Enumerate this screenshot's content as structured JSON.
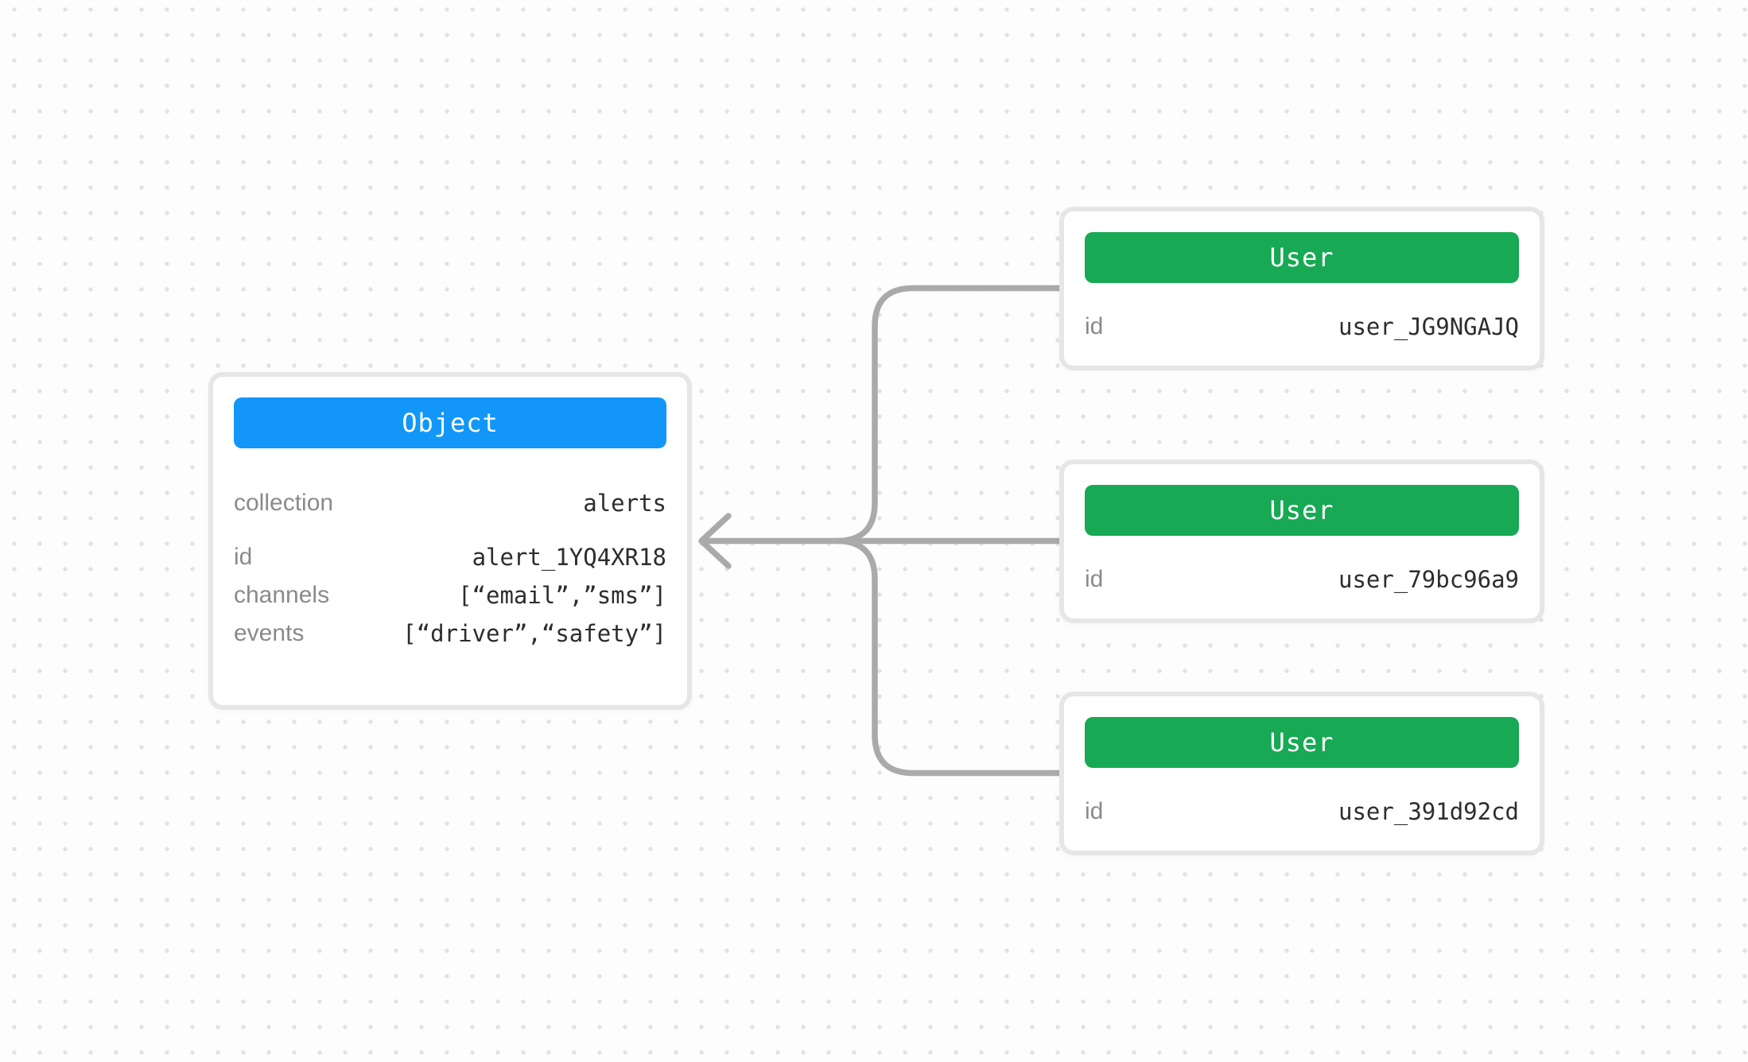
{
  "diagram": {
    "type": "entity-relationship",
    "background": "dot-grid"
  },
  "object_card": {
    "title": "Object",
    "rows": [
      {
        "label": "collection",
        "value": "alerts"
      },
      {
        "label": "id",
        "value": "alert_1YQ4XR18"
      },
      {
        "label": "channels",
        "value": "[“email”,”sms”]"
      },
      {
        "label": "events",
        "value": "[“driver”,“safety”]"
      }
    ]
  },
  "user_cards": [
    {
      "title": "User",
      "rows": [
        {
          "label": "id",
          "value": "user_JG9NGAJQ"
        }
      ]
    },
    {
      "title": "User",
      "rows": [
        {
          "label": "id",
          "value": "user_79bc96a9"
        }
      ]
    },
    {
      "title": "User",
      "rows": [
        {
          "label": "id",
          "value": "user_391d92cd"
        }
      ]
    }
  ],
  "edges": {
    "count": 3,
    "direction": "users-to-object",
    "arrowhead": "left-chevron"
  },
  "colors": {
    "object_header_bg": "#1297F9",
    "user_header_bg": "#17A953",
    "connector": "#AAAAAA",
    "card_border": "#E6E6E6",
    "card_bg": "#FFFFFF",
    "label_text": "#8A8A8A",
    "value_text": "#2D2D2D",
    "header_text": "#FFFFFF",
    "dot_grid": "#E2E2E2",
    "canvas_bg": "#FDFDFD"
  }
}
